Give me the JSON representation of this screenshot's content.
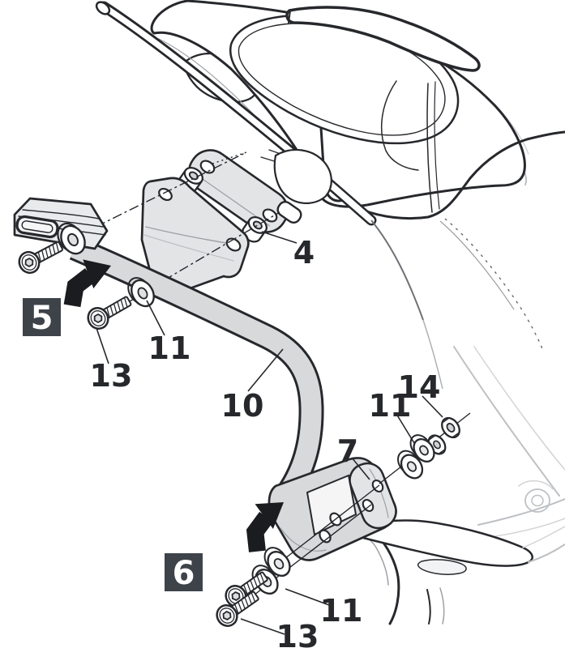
{
  "diagram": {
    "kind": "exploded-assembly-instruction-diagram",
    "subject": "Motorcycle side-case bracket mounting, steps 5 and 6",
    "badges": {
      "step5": "5",
      "step6": "6"
    },
    "labels": {
      "part4": "4",
      "part7": "7",
      "part10": "10",
      "part11": "11",
      "part13": "13",
      "part14": "14"
    },
    "visible_part_numbers": [
      "4",
      "5",
      "6",
      "7",
      "10",
      "11",
      "13",
      "14"
    ],
    "colors": {
      "badge_bg": "#3e434a",
      "badge_text": "#ffffff",
      "line": "#26282c",
      "arrow": "#1b1c1f",
      "metal_fill": "#e3e4e6",
      "background": "#ffffff"
    }
  }
}
